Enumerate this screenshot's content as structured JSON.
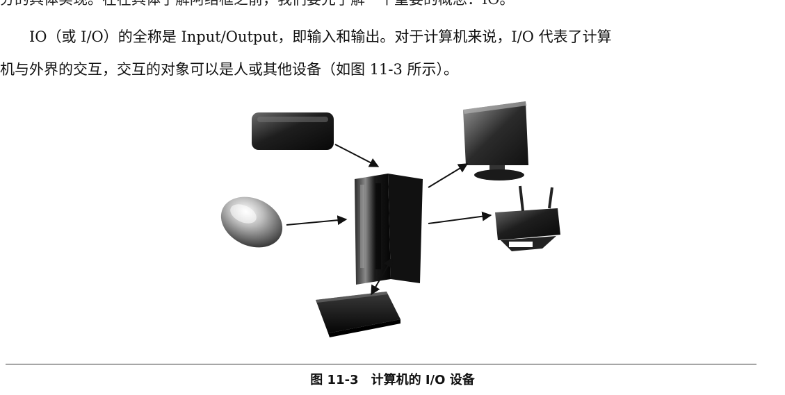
{
  "page": {
    "top_fragment": "分的具体实现。在在具体了解阿络框之前，我们要先了解一个重要的概念：IO。",
    "paragraph_1": "IO（或 I/O）的全称是 Input/Output，即输入和输出。对于计算机来说，I/O 代表了计算",
    "paragraph_2": "机与外界的交互，交互的对象可以是人或其他设备（如图 11-3 所示）。",
    "caption_number": "图 11-3",
    "caption_text": "计算机的 I/O 设备"
  },
  "figure": {
    "devices": [
      {
        "name": "keyboard-device",
        "icon": "keyboard-icon"
      },
      {
        "name": "mouse-device",
        "icon": "mouse-icon"
      },
      {
        "name": "computer-tower",
        "icon": "server-tower-icon"
      },
      {
        "name": "monitor-device",
        "icon": "monitor-icon"
      },
      {
        "name": "printer-device",
        "icon": "printer-icon"
      },
      {
        "name": "external-drive-device",
        "icon": "hard-drive-icon"
      }
    ]
  }
}
